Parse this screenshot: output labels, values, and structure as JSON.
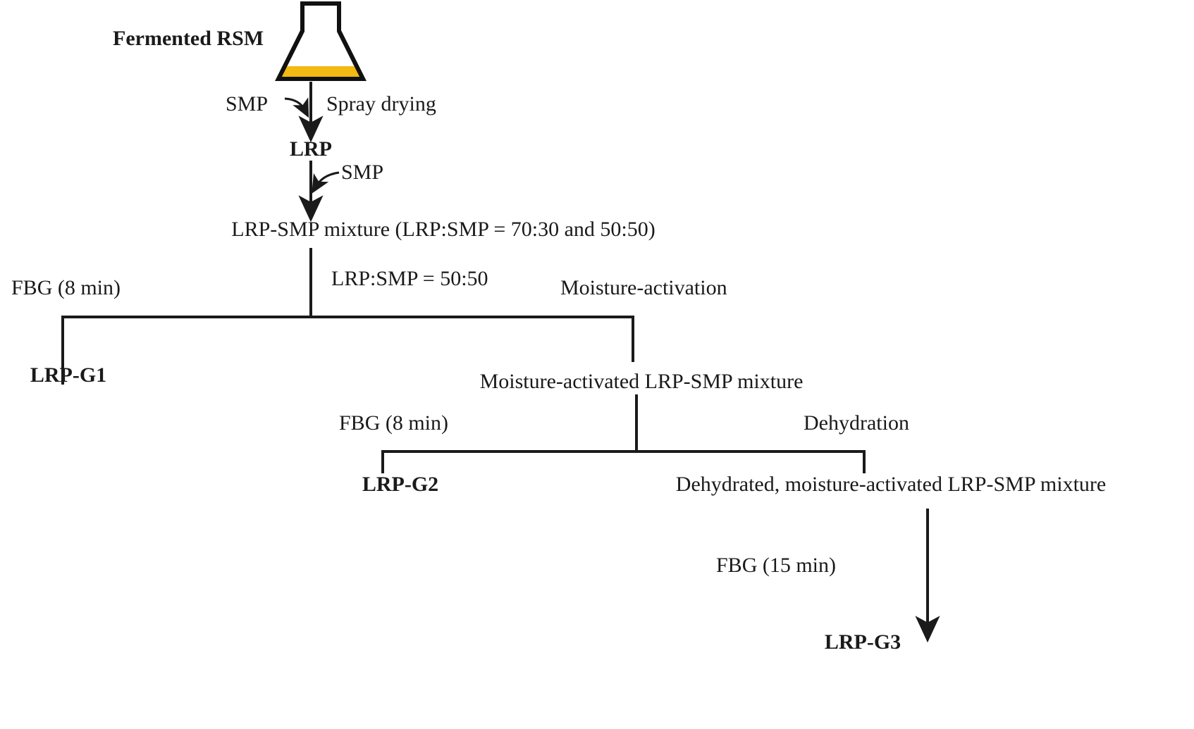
{
  "diagram": {
    "title": "Production flow of LRP-SMP granules (LRP-G1, LRP-G2, LRP-G3)",
    "accent_color": "#F5B914",
    "line_color": "#1a1a1a",
    "background_color": "#ffffff"
  },
  "nodes": {
    "fermented_rsm": "Fermented RSM",
    "lrp": "LRP",
    "lrp_smp_mixture": "LRP-SMP mixture (LRP:SMP = 70:30 and 50:50)",
    "lrp_g1": "LRP-G1",
    "moisture_activated_mixture": "Moisture-activated LRP-SMP mixture",
    "lrp_g2": "LRP-G2",
    "dehydrated_mixture": "Dehydrated, moisture-activated LRP-SMP mixture",
    "lrp_g3": "LRP-G3"
  },
  "edge_labels": {
    "smp_to_spray": "SMP",
    "spray_drying": "Spray drying",
    "smp_to_mixture": "SMP",
    "fbg_8min_left": "FBG (8 min)",
    "ratio_50_50": "LRP:SMP = 50:50",
    "moisture_activation": "Moisture-activation",
    "fbg_8min_mid": "FBG (8 min)",
    "dehydration": "Dehydration",
    "fbg_15min": "FBG (15 min)"
  },
  "icons": {
    "flask": "erlenmeyer-flask-icon"
  }
}
